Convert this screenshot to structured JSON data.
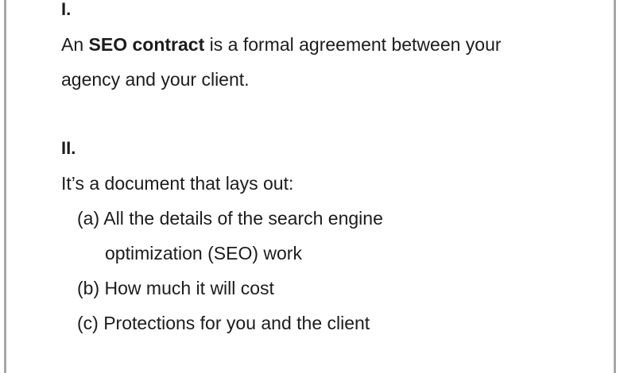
{
  "section1": {
    "numeral": "I.",
    "text_before": "An ",
    "text_bold": "SEO contract",
    "text_after_line1": " is a formal agreement between your",
    "text_line2": "agency and your client."
  },
  "section2": {
    "numeral": "II.",
    "intro": "It’s a document that lays out:",
    "items": [
      {
        "marker": "(a)",
        "line1": "All the details of the search engine",
        "line2": "optimization (SEO) work"
      },
      {
        "marker": "(b)",
        "line1": "How much it will cost"
      },
      {
        "marker": "(c)",
        "line1": "Protections for you and the client"
      }
    ]
  }
}
